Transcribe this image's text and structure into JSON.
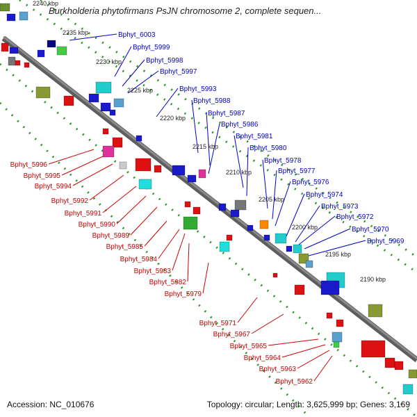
{
  "title": "Burkholderia phytofirmans PsJN chromosome 2, complete sequen...",
  "footer": {
    "accession": "Accession: NC_010676",
    "summary": "Topology: circular; Length: 3,625,999 bp; Genes: 3,169"
  },
  "colors": {
    "backbone": "#8a8a8a",
    "forward_label": "#0000cc",
    "reverse_label": "#cc0000",
    "tick_dots": "#229922",
    "kbp_label": "#222222"
  },
  "kbp_ticks": [
    "2240 kbp",
    "2235 kbp",
    "2230 kbp",
    "2225 kbp",
    "2220 kbp",
    "2215 kbp",
    "2210 kbp",
    "2205 kbp",
    "2200 kbp",
    "2195 kbp",
    "2190 kbp"
  ],
  "forward_genes": [
    "Bphyt_6003",
    "Bphyt_5999",
    "Bphyt_5998",
    "Bphyt_5997",
    "Bphyt_5993",
    "Bphyt_5988",
    "Bphyt_5987",
    "Bphyt_5986",
    "Bphyt_5981",
    "Bphyt_5980",
    "Bphyt_5978",
    "Bphyt_5977",
    "Bphyt_5976",
    "Bphyt_5974",
    "Bphyt_5973",
    "Bphyt_5972",
    "Bphyt_5970",
    "Bphyt_5969"
  ],
  "reverse_genes": [
    "Bphyt_5996",
    "Bphyt_5995",
    "Bphyt_5994",
    "Bphyt_5992",
    "Bphyt_5991",
    "Bphyt_5990",
    "Bphyt_5989",
    "Bphyt_5985",
    "Bphyt_5984",
    "Bphyt_5983",
    "Bphyt_5982",
    "Bphyt_5979",
    "Bphyt_5971",
    "Bphyt_5967",
    "Bphyt_5965",
    "Bphyt_5964",
    "Bphyt_5963",
    "Bphyt_5962"
  ]
}
